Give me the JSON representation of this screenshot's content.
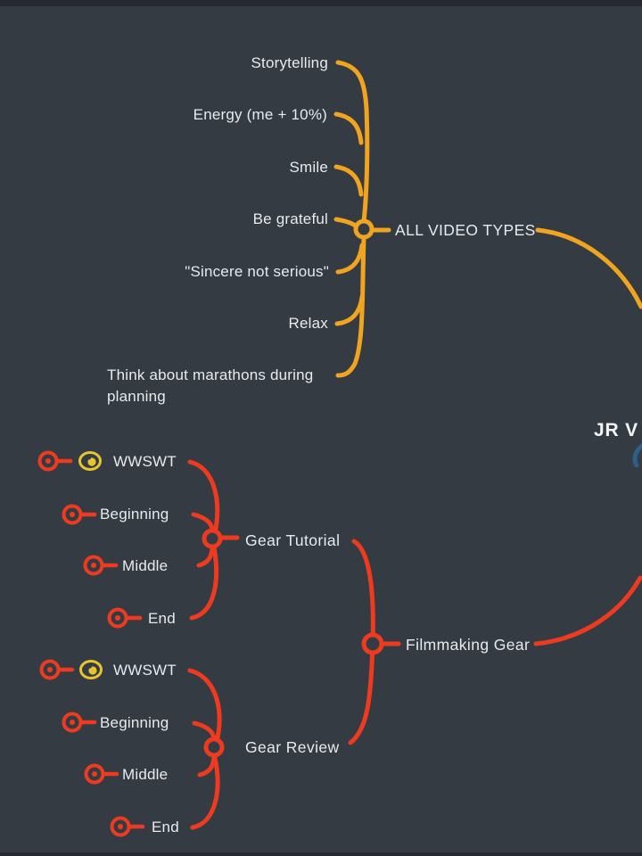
{
  "app": {
    "type": "mind-map"
  },
  "colors": {
    "bg": "#343b43",
    "text": "#e8eaec",
    "orange": "#f0a41f",
    "red": "#ee3b20",
    "yellow": "#e8c52f",
    "blue": "#2d5e8c",
    "edge": "#262a30"
  },
  "icons": {
    "bullet": "circle-dot-icon",
    "sticker": "yellow-sticker-icon",
    "node": "fold-toggle-circle"
  },
  "map": {
    "root_label": "JR V",
    "branches": [
      {
        "label": "ALL VIDEO TYPES",
        "color": "#f0a41f",
        "items": [
          "Storytelling",
          "Energy (me + 10%)",
          "Smile",
          "Be grateful",
          "\"Sincere not serious\"",
          "Relax",
          "Think about marathons during planning"
        ]
      },
      {
        "label": "Filmmaking Gear",
        "color": "#ee3b20",
        "children": [
          {
            "label": "Gear Tutorial",
            "items": [
              "WWSWT",
              "Beginning",
              "Middle",
              "End"
            ]
          },
          {
            "label": "Gear Review",
            "items": [
              "WWSWT",
              "Beginning",
              "Middle",
              "End"
            ]
          }
        ]
      }
    ]
  }
}
